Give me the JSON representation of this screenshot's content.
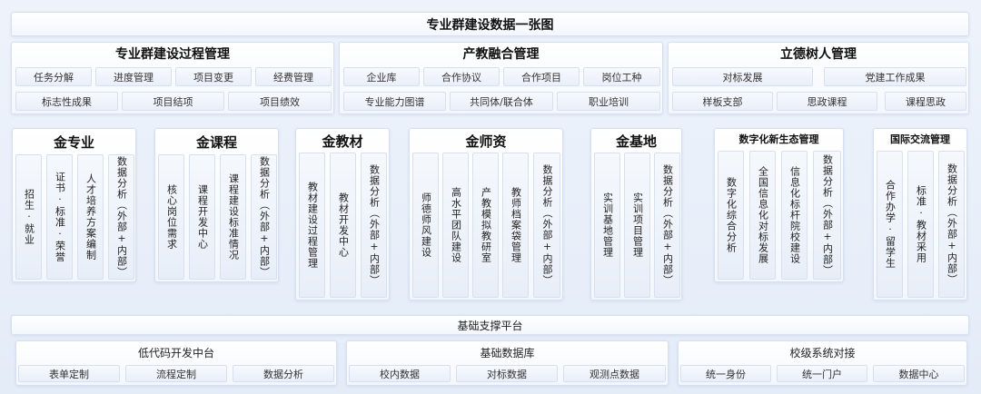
{
  "main_title": "专业群建设数据一张图",
  "top_panels": [
    {
      "title": "专业群建设过程管理",
      "row1": [
        "任务分解",
        "进度管理",
        "项目变更",
        "经费管理"
      ],
      "row2": [
        "标志性成果",
        "项目结项",
        "项目绩效"
      ]
    },
    {
      "title": "产教融合管理",
      "row1": [
        "企业库",
        "合作协议",
        "合作项目",
        "岗位工种"
      ],
      "row2": [
        "专业能力图谱",
        "共同体/联合体",
        "职业培训"
      ]
    },
    {
      "title": "立德树人管理",
      "row1": [
        "对标发展",
        "党建工作成果"
      ],
      "row2": [
        "样板支部",
        "思政课程",
        "课程思政"
      ]
    }
  ],
  "mid_panels": [
    {
      "title": "金专业",
      "columns": [
        "招生·就业",
        "证书·标准·荣誉",
        "人才培养方案编制",
        "数据分析（外部+内部）"
      ]
    },
    {
      "title": "金课程",
      "columns": [
        "核心岗位需求",
        "课程开发中心",
        "课程建设标准情况",
        "数据分析（外部+内部）"
      ]
    },
    {
      "title": "金教材",
      "columns": [
        "教材建设过程管理",
        "教材开发中心",
        "数据分析（外部+内部）"
      ]
    },
    {
      "title": "金师资",
      "columns": [
        "师德师风建设",
        "高水平团队建设",
        "产教模拟教研室",
        "教师档案袋管理",
        "数据分析（外部+内部）"
      ]
    },
    {
      "title": "金基地",
      "columns": [
        "实训基地管理",
        "实训项目管理",
        "数据分析（外部+内部）"
      ]
    },
    {
      "title": "数字化新生态管理",
      "columns": [
        "数字化综合分析",
        "全国信息化对标发展",
        "信息化标杆院校建设",
        "数据分析（外部+内部）"
      ]
    },
    {
      "title": "国际交流管理",
      "columns": [
        "合作办学·留学生",
        "标准·教材采用",
        "数据分析（外部+内部）"
      ]
    }
  ],
  "foundation": {
    "title": "基础支撑平台",
    "panels": [
      {
        "title": "低代码开发中台",
        "items": [
          "表单定制",
          "流程定制",
          "数据分析"
        ]
      },
      {
        "title": "基础数据库",
        "items": [
          "校内数据",
          "对标数据",
          "观测点数据"
        ]
      },
      {
        "title": "校级系统对接",
        "items": [
          "统一身份",
          "统一门户",
          "数据中心"
        ]
      }
    ]
  }
}
